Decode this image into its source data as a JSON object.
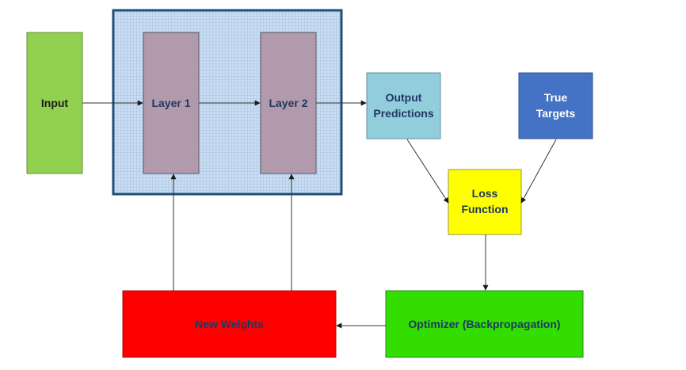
{
  "nodes": {
    "input": {
      "label": "Input",
      "fill": "#92d050"
    },
    "layer1": {
      "label": "Layer 1",
      "fill": "#b09aab"
    },
    "layer2": {
      "label": "Layer 2",
      "fill": "#b09aab"
    },
    "output": {
      "label_line1": "Output",
      "label_line2": "Predictions",
      "fill": "#92cddc"
    },
    "targets": {
      "label_line1": "True",
      "label_line2": "Targets",
      "fill": "#4472c4"
    },
    "loss": {
      "label_line1": "Loss",
      "label_line2": "Function",
      "fill": "#ffff00"
    },
    "optimizer": {
      "label": "Optimizer (Backpropagation)",
      "fill": "#33dd00"
    },
    "weights": {
      "label": "New Weights",
      "fill": "#ff0000"
    }
  },
  "network_box": {
    "fill": "#c6d9f1",
    "border": "#1f4e79"
  }
}
